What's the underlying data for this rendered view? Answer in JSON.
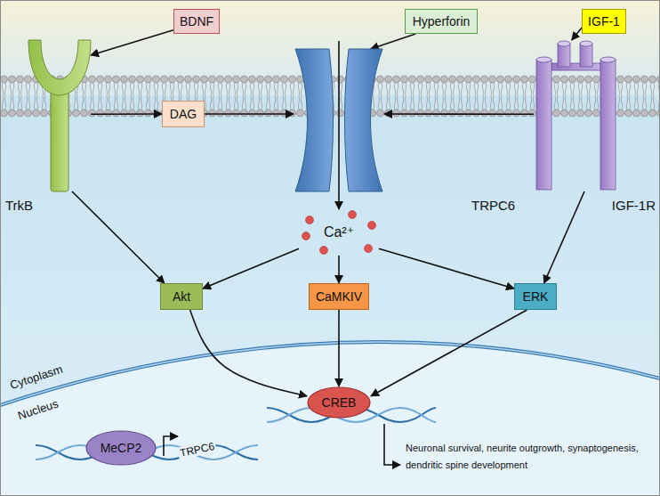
{
  "diagram": {
    "nodes": [
      {
        "text": [
          "BDNF"
        ]
      },
      {
        "text": [
          "Hyperforin"
        ]
      },
      {
        "text": [
          "IGF-1"
        ]
      },
      {
        "text": [
          "TrkB"
        ]
      },
      {
        "text": [
          "DAG"
        ]
      },
      {
        "text": [
          "TRPC6"
        ]
      },
      {
        "text": [
          "IGF-1R"
        ]
      },
      {
        "text": [
          "Ca²⁺"
        ]
      },
      {
        "text": [
          "Akt"
        ]
      },
      {
        "text": [
          "CaMKIV"
        ]
      },
      {
        "text": [
          "ERK"
        ]
      },
      {
        "text": [
          "CREB"
        ]
      },
      {
        "text": [
          "MeCP2"
        ]
      }
    ],
    "edges": [
      {
        "from": 0,
        "to": 3,
        "arrow": "to"
      },
      {
        "from": 1,
        "to": 5,
        "arrow": "to"
      },
      {
        "from": 2,
        "to": 6,
        "arrow": "to"
      },
      {
        "from": 3,
        "to": 4,
        "arrow": "to"
      },
      {
        "from": 4,
        "to": 5,
        "arrow": "to"
      },
      {
        "from": 6,
        "to": 5,
        "arrow": "to"
      },
      {
        "from": 5,
        "to": 7,
        "arrow": "to"
      },
      {
        "from": 3,
        "to": 8,
        "arrow": "to"
      },
      {
        "from": 7,
        "to": 8,
        "arrow": "to"
      },
      {
        "from": 7,
        "to": 9,
        "arrow": "to"
      },
      {
        "from": 7,
        "to": 10,
        "arrow": "to"
      },
      {
        "from": 6,
        "to": 10,
        "arrow": "to"
      },
      {
        "from": 8,
        "to": 11,
        "arrow": "to"
      },
      {
        "from": 9,
        "to": 11,
        "arrow": "to"
      },
      {
        "from": 10,
        "to": 11,
        "arrow": "to"
      }
    ],
    "labels": [
      "Cytoplasm",
      "Nucleus",
      "TRPC6",
      "Neuronal survival, neurite outgrowth, synaptogenesis, dendritic spine development"
    ]
  }
}
